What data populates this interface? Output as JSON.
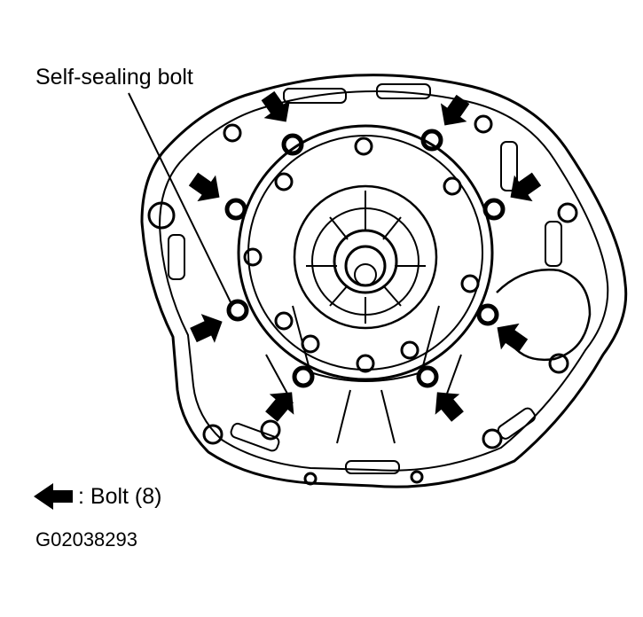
{
  "callout": {
    "label": "Self-sealing bolt"
  },
  "legend": {
    "symbol": "arrow-icon",
    "label": ": Bolt (8)"
  },
  "figure": {
    "id": "G02038293"
  },
  "colors": {
    "ink": "#000000",
    "paper": "#ffffff"
  }
}
